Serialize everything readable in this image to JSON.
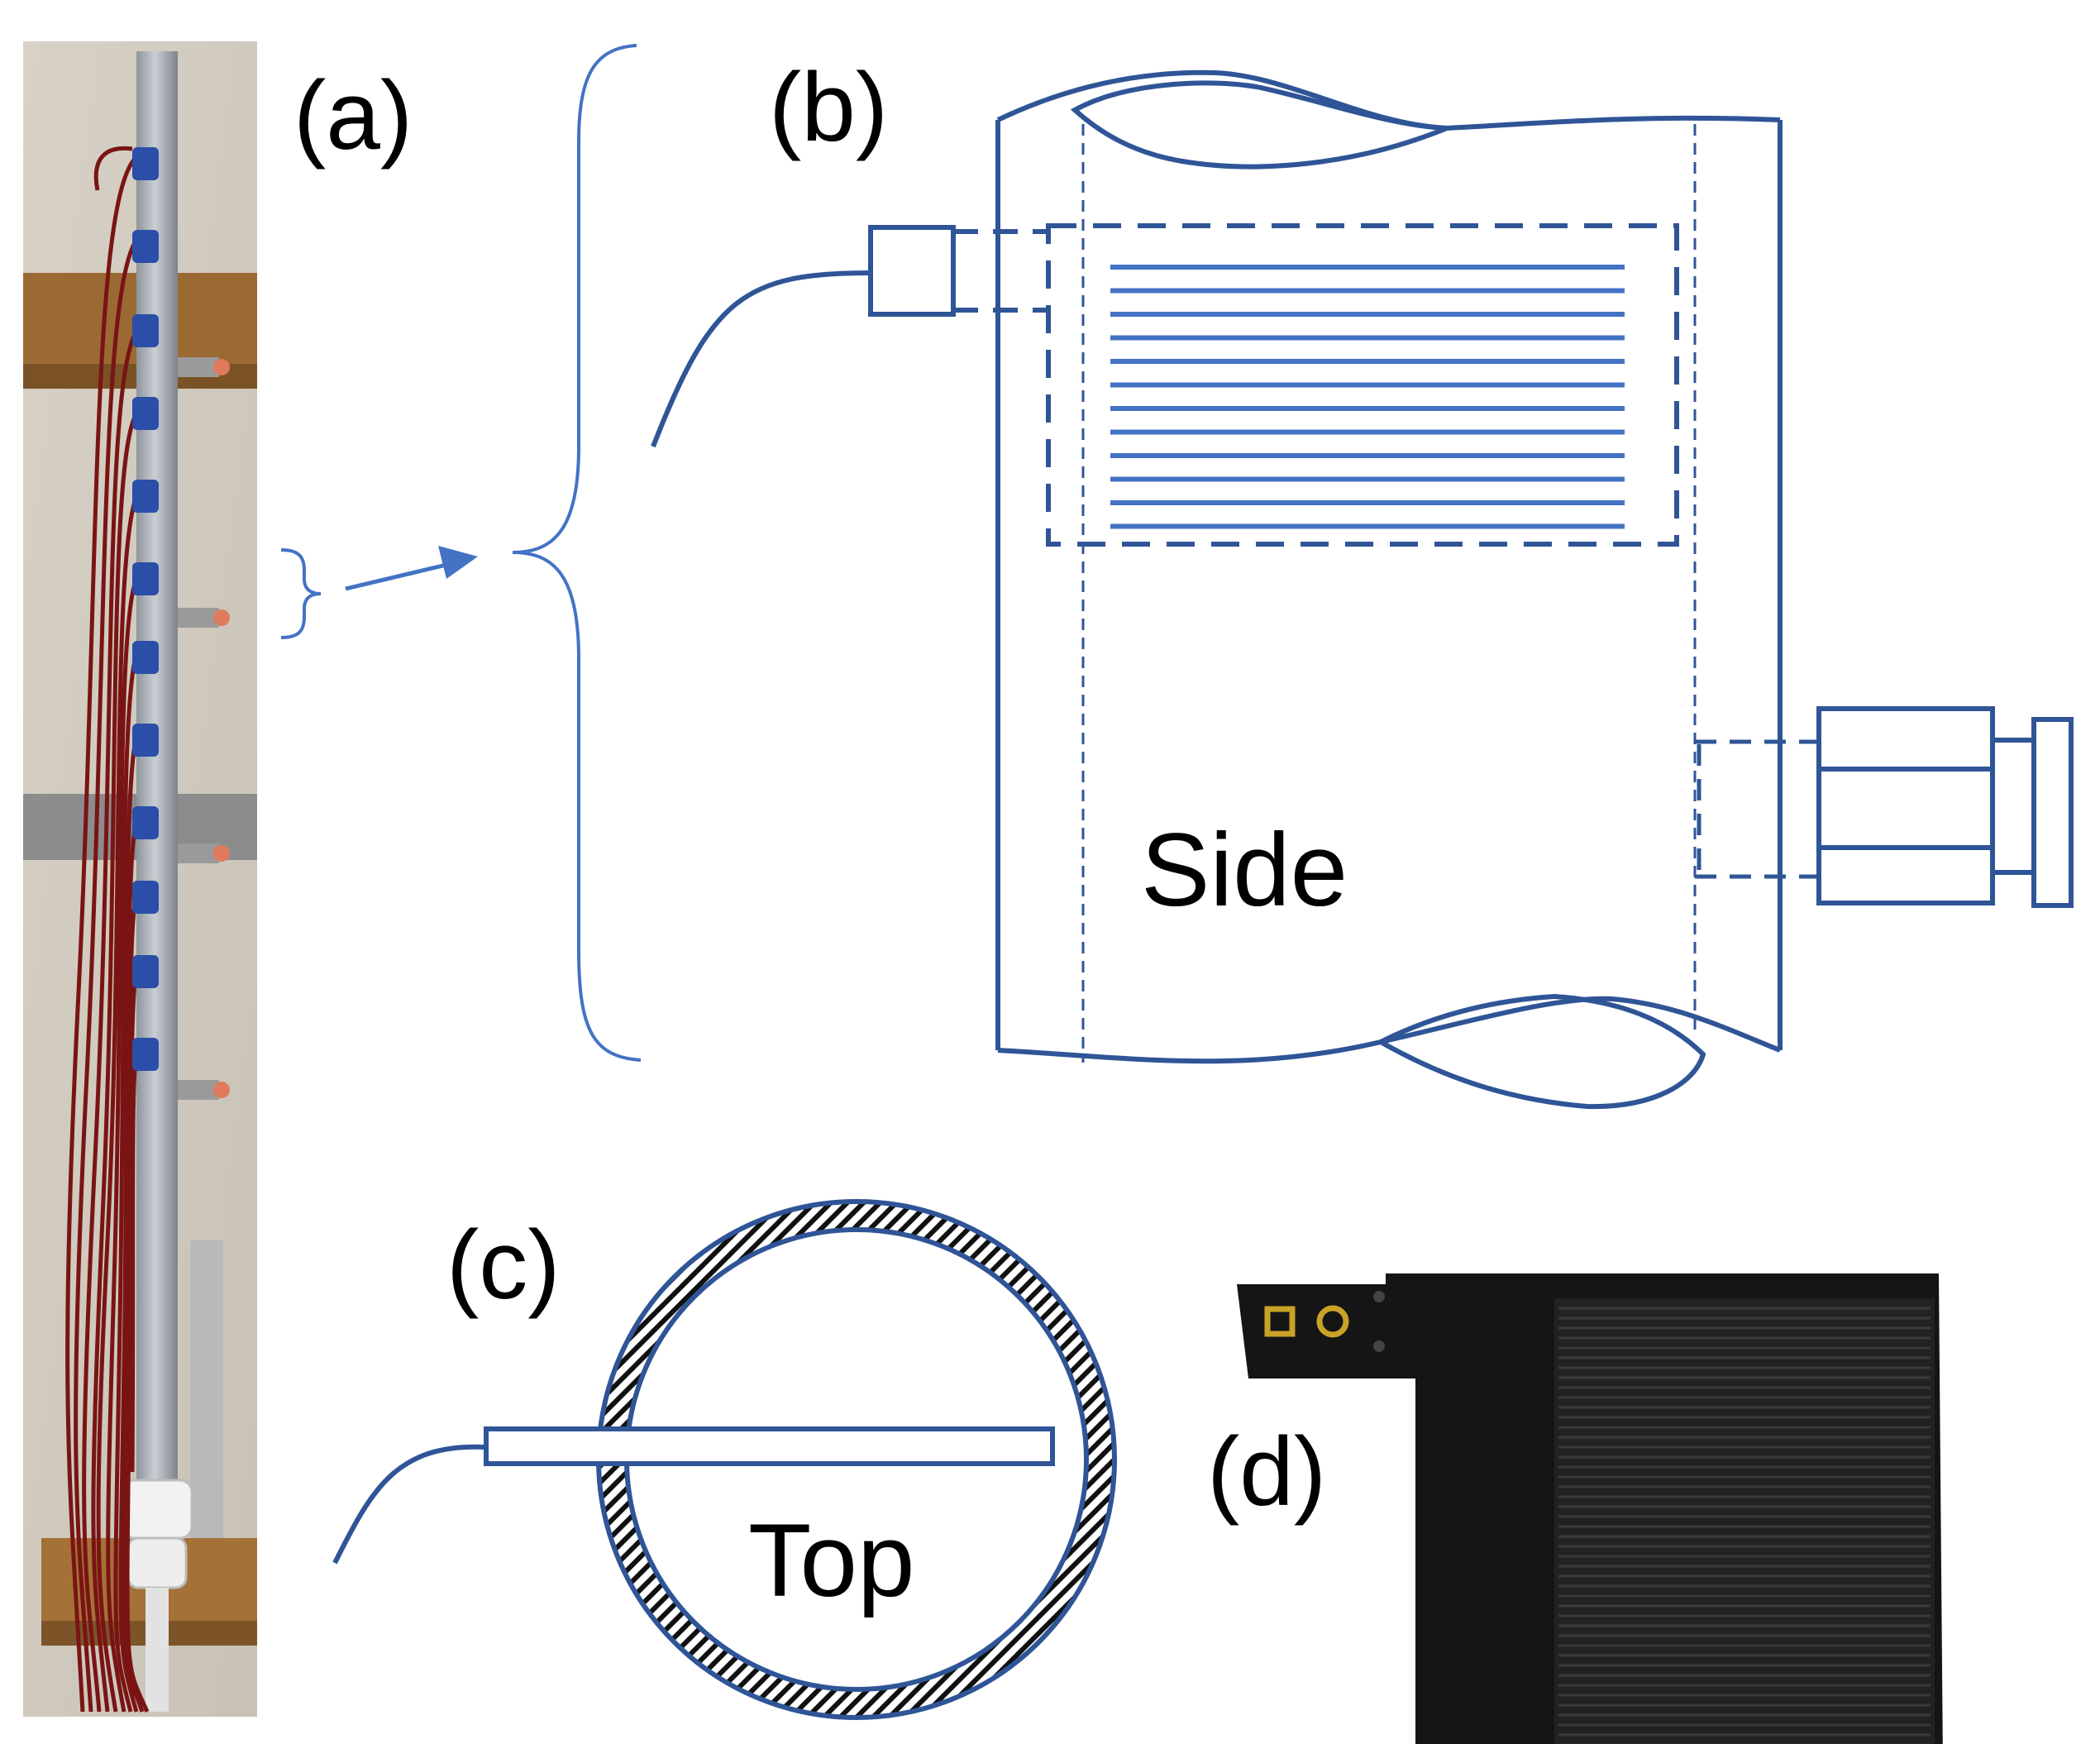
{
  "figure": {
    "panel_labels": {
      "a": "(a)",
      "b": "(b)",
      "c": "(c)",
      "d": "(d)"
    },
    "view_labels": {
      "side": "Side",
      "top": "Top"
    }
  },
  "colors": {
    "line_blue": "#2F5597",
    "accent_blue": "#4472C4",
    "label_black": "#000000",
    "wire_red": "#7A1414",
    "fitting_blue": "#2B4EA8",
    "sensor_black": "#151515",
    "contact_gold": "#C9A227"
  },
  "icons": {
    "photo_column": "sensor-column-photo",
    "photo_sensor": "capacitive-sensor-photo"
  }
}
